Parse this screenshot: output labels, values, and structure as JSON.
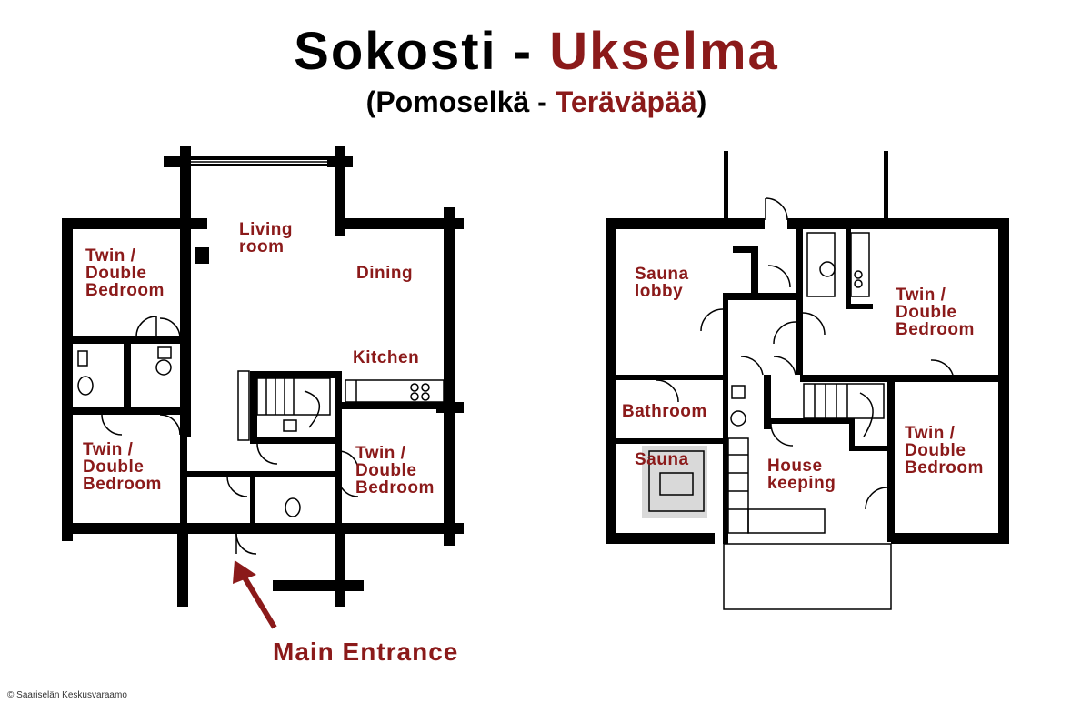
{
  "title": {
    "left": "Sokosti",
    "sep": " - ",
    "right": "Ukselma"
  },
  "subtitle": {
    "open": "(",
    "left": "Pomoselkä",
    "sep": " - ",
    "right": "Teräväpää",
    "close": ")"
  },
  "rooms": {
    "left_bedroom_tl": [
      "Twin /",
      "Double",
      "Bedroom"
    ],
    "living_room": [
      "Living",
      "room"
    ],
    "dining": "Dining",
    "kitchen": "Kitchen",
    "left_bedroom_bl": [
      "Twin /",
      "Double",
      "Bedroom"
    ],
    "left_bedroom_br": [
      "Twin /",
      "Double",
      "Bedroom"
    ],
    "sauna_lobby": [
      "Sauna",
      "lobby"
    ],
    "bathroom": "Bathroom",
    "sauna": "Sauna",
    "housekeeping": [
      "House",
      "keeping"
    ],
    "right_bedroom_tr": [
      "Twin /",
      "Double",
      "Bedroom"
    ],
    "right_bedroom_br": [
      "Twin /",
      "Double",
      "Bedroom"
    ]
  },
  "entrance_label": "Main Entrance",
  "copyright": "© Saariselän Keskusvaraamo",
  "colors": {
    "accent": "#8b1a1a",
    "wall": "#000000",
    "background": "#ffffff"
  }
}
